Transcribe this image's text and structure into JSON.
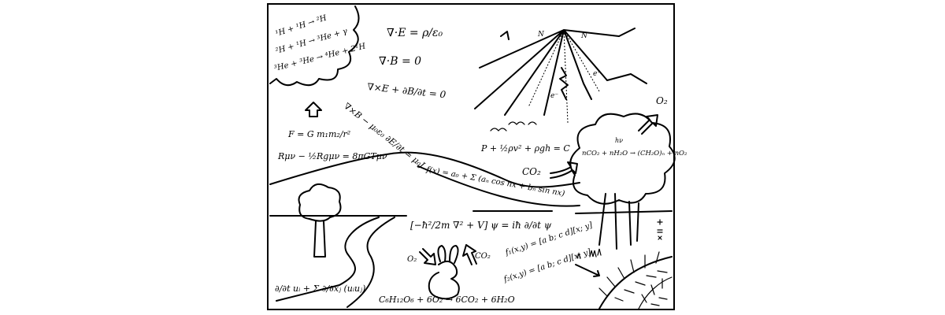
{
  "sun": {
    "eq1": "¹H + ¹H → ²H",
    "eq2": "²H + ¹H → ³He + γ",
    "eq3": "³He + ³He → ⁴He + 2¹H"
  },
  "maxwell": {
    "gauss_e": "∇·E = ρ/ε₀",
    "gauss_b": "∇·B = 0",
    "faraday": "∇×E + ∂B/∂t = 0",
    "ampere": "∇×B − μ₀ε₀ ∂E/∂t = μ₀J"
  },
  "gravity": {
    "newton": "F = G m₁m₂/r²",
    "einstein": "Rμν − ½Rgμν = 8πGTμν"
  },
  "sky": {
    "bernoulli": "P + ½ρv² + ρgh = C",
    "fourier": "f(x) = a₀ + Σ (aₙ cos nx + bₙ sin nx)"
  },
  "tree": {
    "photosynthesis": "nCO₂ + nH₂O → (CH₂O)ₙ + nO₂",
    "hv": "hν",
    "co2_label": "CO₂",
    "o2_label": "O₂"
  },
  "ground": {
    "schrodinger": "[−ħ²/2m ∇² + V] ψ = iħ ∂/∂t ψ",
    "diffusion": "∂/∂t uᵢ + Σ ∂/∂xⱼ (uᵢuⱼ)",
    "respiration": "C₆H₁₂O₆ + 6O₂ → 6CO₂ + 6H₂O",
    "rabbit_o2": "O₂",
    "rabbit_co2": "CO₂",
    "f1": "f₁(x,y) = [a b; c d][x; y]",
    "f2": "f₂(x,y) = [a b; c d][x; y]"
  },
  "lightning": {
    "n1": "N",
    "n2": "N",
    "e1": "e⁻",
    "e2": "e⁻"
  },
  "signature": "stamp"
}
